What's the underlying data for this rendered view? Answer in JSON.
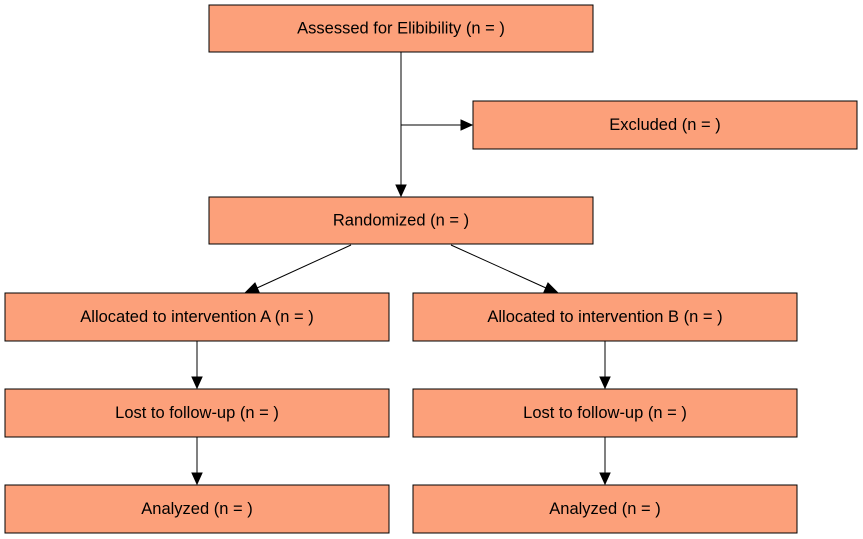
{
  "colors": {
    "node_fill": "#fca07a",
    "border": "#000000",
    "text": "#000000",
    "background": "#ffffff"
  },
  "nodes": {
    "assessed": "Assessed for Elibibility (n = )",
    "excluded": "Excluded (n = )",
    "randomized": "Randomized (n = )",
    "allocated_a": "Allocated to intervention A (n = )",
    "allocated_b": "Allocated to intervention B (n = )",
    "lost_a": "Lost to follow-up (n = )",
    "lost_b": "Lost to follow-up (n = )",
    "analyzed_a": "Analyzed (n = )",
    "analyzed_b": "Analyzed (n = )"
  }
}
